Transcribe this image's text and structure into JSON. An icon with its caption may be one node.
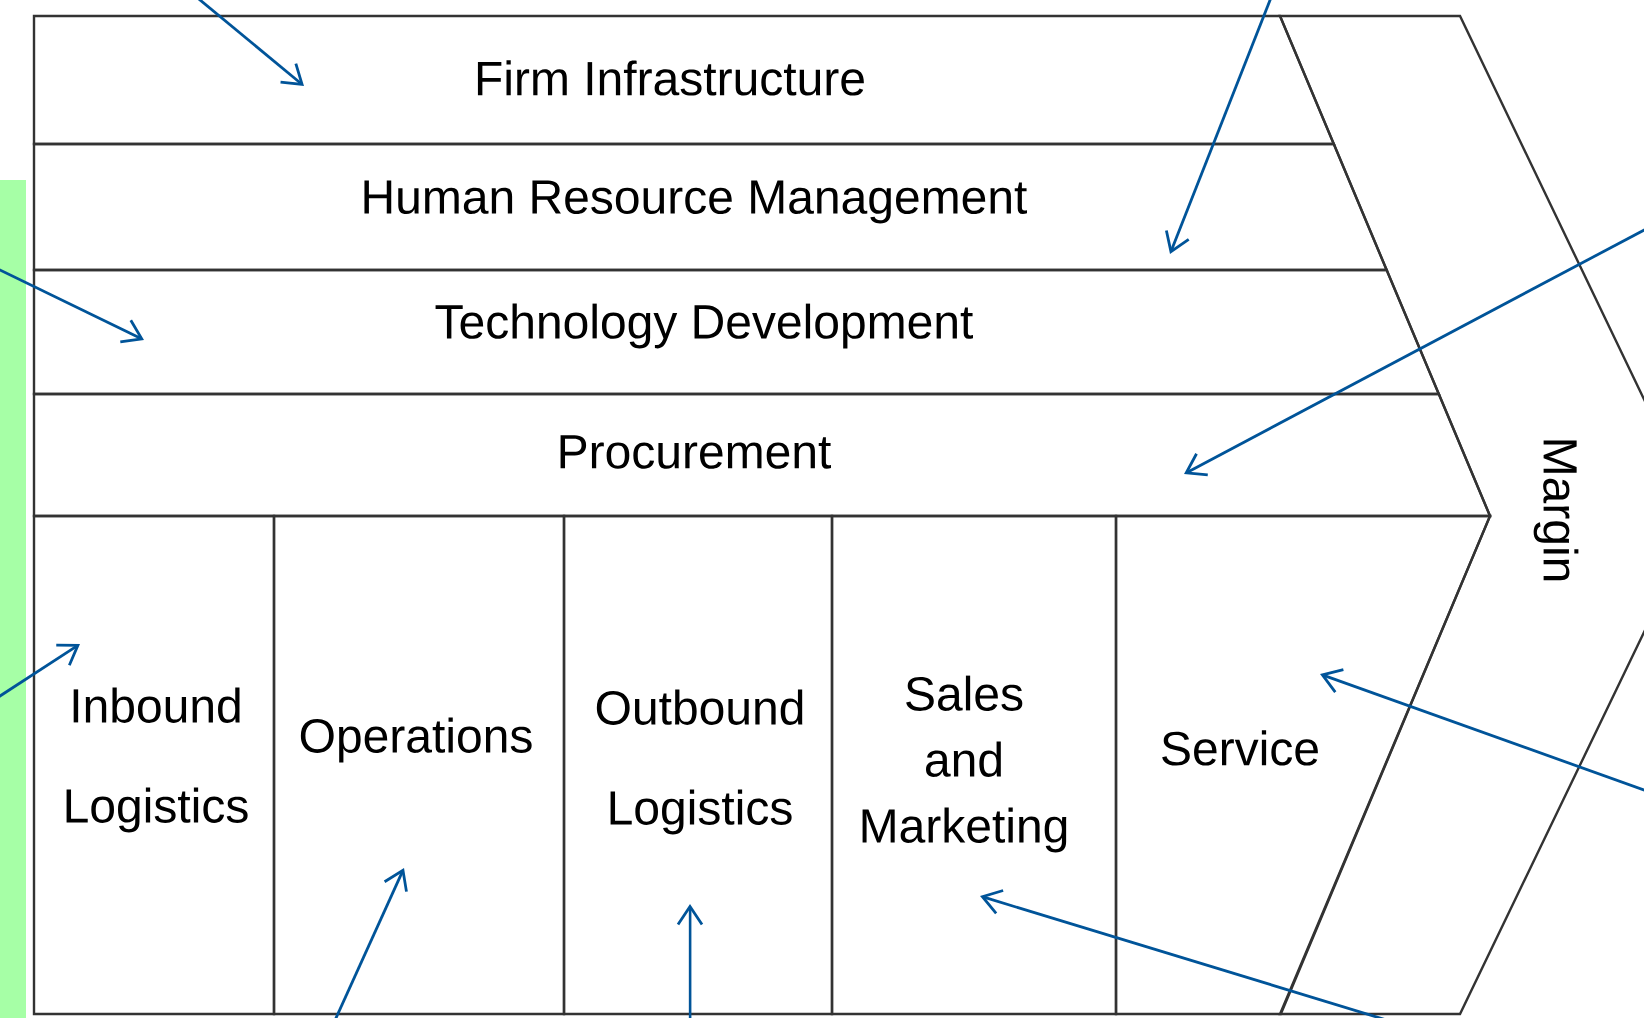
{
  "diagram": {
    "nodes": [
      {
        "text": [
          "Firm Infrastructure"
        ]
      },
      {
        "text": [
          "Human Resource Management"
        ]
      },
      {
        "text": [
          "Technology Development"
        ]
      },
      {
        "text": [
          "Procurement"
        ]
      },
      {
        "text": [
          "Inbound Logistics"
        ]
      },
      {
        "text": [
          "Operations"
        ]
      },
      {
        "text": [
          "Outbound Logistics"
        ]
      },
      {
        "text": [
          "Sales and Marketing"
        ]
      },
      {
        "text": [
          "Service"
        ]
      },
      {
        "text": [
          "Margin"
        ]
      }
    ],
    "edges": [
      {
        "from": null,
        "to": 0,
        "arrow": "to"
      },
      {
        "from": null,
        "to": 1,
        "arrow": "to"
      },
      {
        "from": null,
        "to": 2,
        "arrow": "to"
      },
      {
        "from": null,
        "to": 3,
        "arrow": "to"
      },
      {
        "from": null,
        "to": 4,
        "arrow": "to"
      },
      {
        "from": null,
        "to": 5,
        "arrow": "to"
      },
      {
        "from": null,
        "to": 6,
        "arrow": "to"
      },
      {
        "from": null,
        "to": 7,
        "arrow": "to"
      },
      {
        "from": null,
        "to": 8,
        "arrow": "to"
      }
    ]
  }
}
